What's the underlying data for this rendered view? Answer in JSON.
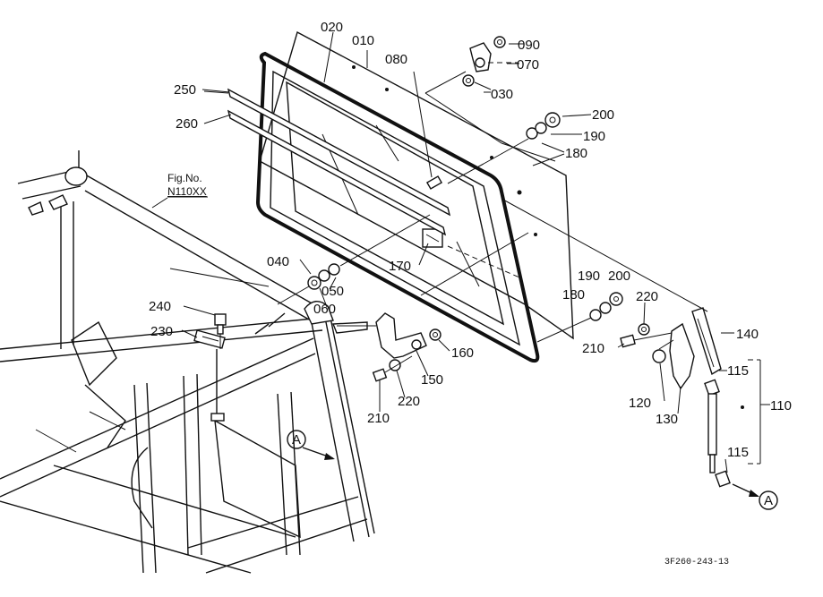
{
  "diagram": {
    "figure_ref_label": "Fig.No.",
    "figure_ref_code": "N110XX",
    "drawing_code": "3F260-243-13",
    "reference_mark": "A",
    "parts": {
      "p010": "010",
      "p020": "020",
      "p030": "030",
      "p040": "040",
      "p050": "050",
      "p060": "060",
      "p070": "070",
      "p080": "080",
      "p090": "090",
      "p110": "110",
      "p115a": "115",
      "p115b": "115",
      "p120": "120",
      "p130": "130",
      "p140": "140",
      "p150": "150",
      "p160": "160",
      "p170": "170",
      "p180a": "180",
      "p180b": "180",
      "p190a": "190",
      "p190b": "190",
      "p200a": "200",
      "p200b": "200",
      "p210a": "210",
      "p210b": "210",
      "p220a": "220",
      "p220b": "220",
      "p230": "230",
      "p240": "240",
      "p250": "250",
      "p260": "260"
    }
  }
}
